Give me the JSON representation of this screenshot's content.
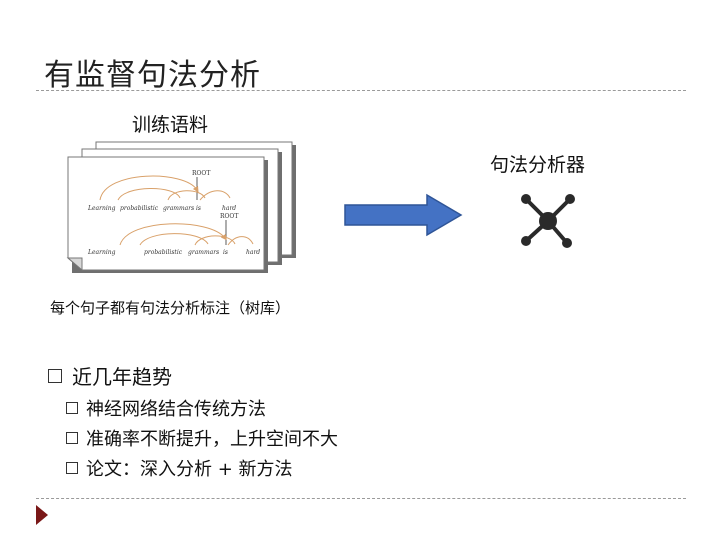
{
  "slide": {
    "title": "有监督句法分析",
    "corpus_label": "训练语料",
    "parser_label": "句法分析器",
    "treebank_caption": "每个句子都有句法分析标注（树库）",
    "doc_sample": {
      "root_tag": "ROOT",
      "sentence_words": [
        "Learning",
        "probabilistic",
        "grammars",
        "is",
        "hard"
      ]
    },
    "colors": {
      "arrow_fill": "#4472C4",
      "arc_color": "#D9A16A",
      "node_color": "#2a2a2a",
      "corner_mark": "#7a1818"
    },
    "icons": {
      "arrow": "right-arrow-icon",
      "parser": "hub-network-icon"
    },
    "bullets": [
      {
        "text": "近几年趋势",
        "children": [
          "神经网络结合传统方法",
          "准确率不断提升，上升空间不大",
          "论文：深入分析 + 新方法"
        ]
      }
    ]
  }
}
